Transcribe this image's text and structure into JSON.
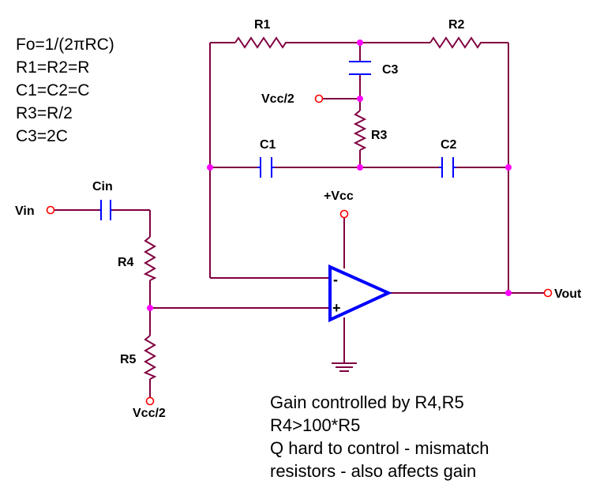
{
  "equations": [
    "Fo=1/(2πRC)",
    "R1=R2=R",
    "C1=C2=C",
    "R3=R/2",
    "C3=2C"
  ],
  "components": {
    "r1": "R1",
    "r2": "R2",
    "r3": "R3",
    "r4": "R4",
    "r5": "R5",
    "c1": "C1",
    "c2": "C2",
    "c3": "C3",
    "cin": "Cin"
  },
  "nets": {
    "vin": "Vin",
    "vout": "Vout",
    "vcc_half_top": "Vcc/2",
    "vcc_half_bottom": "Vcc/2",
    "vcc": "+Vcc"
  },
  "opamp": {
    "inverting": "-",
    "non_inverting": "+"
  },
  "notes": [
    "Gain controlled by R4,R5",
    "R4>100*R5",
    "Q hard to control - mismatch",
    "resistors - also affects gain"
  ],
  "colors": {
    "wire": "#800040",
    "component": "#0000ff",
    "junction": "#ff00ff",
    "terminal": "#ff0000"
  }
}
